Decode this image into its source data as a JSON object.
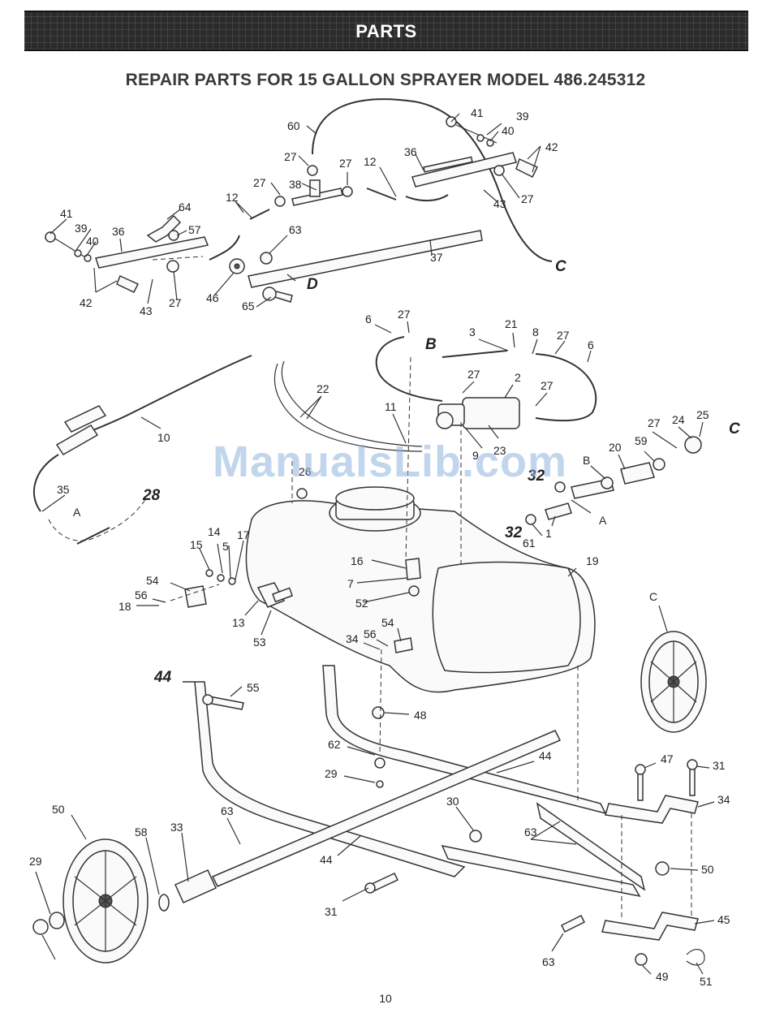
{
  "header": {
    "banner_title": "PARTS"
  },
  "page": {
    "title": "REPAIR PARTS FOR 15 GALLON SPRAYER MODEL 486.245312",
    "page_number": "10",
    "watermark": "ManualsLib.com"
  },
  "callouts": [
    "60",
    "41",
    "39",
    "40",
    "42",
    "36",
    "27",
    "38",
    "27",
    "12",
    "27",
    "43",
    "27",
    "64",
    "57",
    "41",
    "39",
    "40",
    "36",
    "12",
    "63",
    "37",
    "C",
    "42",
    "43",
    "27",
    "46",
    "D",
    "65",
    "6",
    "27",
    "B",
    "3",
    "21",
    "8",
    "27",
    "6",
    "2",
    "27",
    "22",
    "11",
    "27",
    "24",
    "27",
    "C",
    "25",
    "10",
    "9",
    "23",
    "59",
    "20",
    "B",
    "32",
    "35",
    "26",
    "A",
    "28",
    "A",
    "32",
    "61",
    "1",
    "19",
    "16",
    "14",
    "17",
    "15",
    "5",
    "7",
    "52",
    "54",
    "56",
    "18",
    "13",
    "53",
    "54",
    "56",
    "34",
    "C",
    "44",
    "55",
    "48",
    "62",
    "29",
    "44",
    "47",
    "31",
    "34",
    "50",
    "58",
    "33",
    "63",
    "30",
    "63",
    "50",
    "29",
    "44",
    "31",
    "45",
    "63",
    "49",
    "51"
  ]
}
